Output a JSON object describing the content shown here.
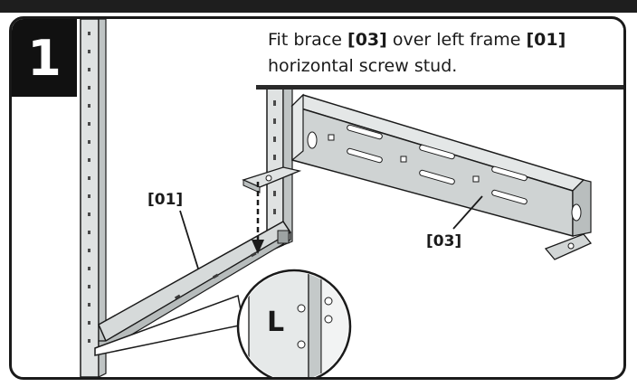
{
  "step": {
    "number": "1"
  },
  "instruction": {
    "part1": "Fit brace ",
    "brace_ref": "[03]",
    "part2": " over left frame ",
    "frame_ref": "[01]",
    "line2": "horizontal screw stud."
  },
  "labels": {
    "frame": "[01]",
    "brace": "[03]",
    "zoom_letter": "L"
  },
  "colors": {
    "frame_fill": "#d9dcdc",
    "brace_fill": "#cfd3d3",
    "outline": "#1a1a1a",
    "badge": "#111111"
  }
}
